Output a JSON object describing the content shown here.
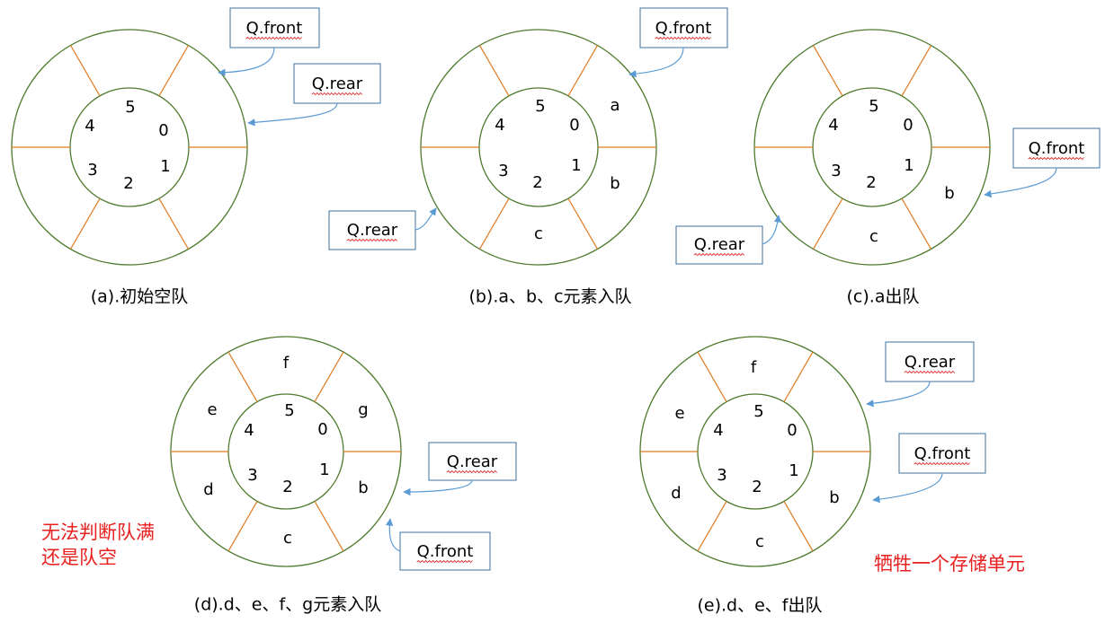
{
  "pointer_labels": {
    "front": "Q.front",
    "rear": "Q.rear"
  },
  "colors": {
    "ring_stroke": "#4e7a2c",
    "spoke_stroke": "#e07b20",
    "arrow_stroke": "#5b9bd5",
    "box_stroke": "#41719c",
    "note_text": "#e8201f",
    "spell_underline": "#e02020"
  },
  "diagrams": [
    {
      "id": "a",
      "caption": "(a).初始空队",
      "slot_numbers": [
        "0",
        "1",
        "2",
        "3",
        "4",
        "5"
      ],
      "slot_elements": [
        "",
        "",
        "",
        "",
        "",
        ""
      ],
      "front_slot": 0,
      "rear_slot": 0,
      "note_lines": []
    },
    {
      "id": "b",
      "caption": "(b).a、b、c元素入队",
      "slot_numbers": [
        "0",
        "1",
        "2",
        "3",
        "4",
        "5"
      ],
      "slot_elements": [
        "a",
        "b",
        "c",
        "",
        "",
        ""
      ],
      "front_slot": 0,
      "rear_slot": 3,
      "note_lines": []
    },
    {
      "id": "c",
      "caption": "(c).a出队",
      "slot_numbers": [
        "0",
        "1",
        "2",
        "3",
        "4",
        "5"
      ],
      "slot_elements": [
        "",
        "b",
        "c",
        "",
        "",
        ""
      ],
      "front_slot": 1,
      "rear_slot": 3,
      "note_lines": []
    },
    {
      "id": "d",
      "caption": "(d).d、e、f、g元素入队",
      "slot_numbers": [
        "0",
        "1",
        "2",
        "3",
        "4",
        "5"
      ],
      "slot_elements": [
        "g",
        "b",
        "c",
        "d",
        "e",
        "f"
      ],
      "front_slot": 1,
      "rear_slot": 1,
      "note_lines": [
        "无法判断队满",
        "还是队空"
      ]
    },
    {
      "id": "e",
      "caption": "(e).d、e、f出队",
      "slot_numbers": [
        "0",
        "1",
        "2",
        "3",
        "4",
        "5"
      ],
      "slot_elements": [
        "",
        "b",
        "c",
        "d",
        "e",
        "f"
      ],
      "front_slot": 1,
      "rear_slot": 0,
      "note_lines": [
        "牺牲一个存储单元"
      ]
    }
  ]
}
